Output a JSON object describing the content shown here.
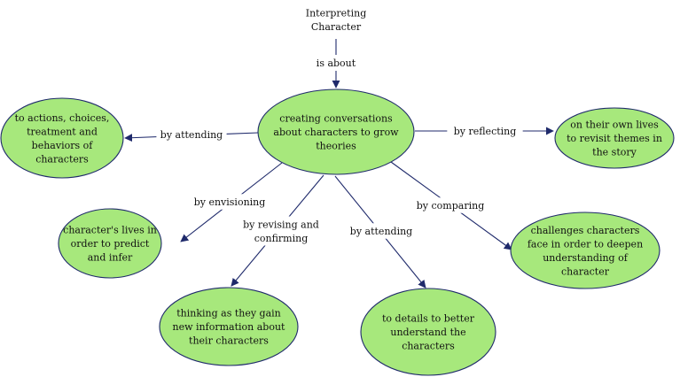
{
  "colors": {
    "node_fill": "#a7e87c",
    "line": "#1f2a6b",
    "background": "#ffffff",
    "text": "#111111"
  },
  "root": {
    "lines": [
      "Interpreting",
      "Character"
    ]
  },
  "root_link": {
    "lines": [
      "is about"
    ]
  },
  "center": {
    "lines": [
      "creating conversations",
      "about characters to grow",
      "theories"
    ]
  },
  "branches": [
    {
      "link": [
        "by attending"
      ],
      "lines": [
        "to actions, choices,",
        "treatment and",
        "behaviors of",
        "characters"
      ]
    },
    {
      "link": [
        "by reflecting"
      ],
      "lines": [
        "on their own lives",
        "to revisit themes in",
        "the story"
      ]
    },
    {
      "link": [
        "by envisioning"
      ],
      "lines": [
        "character's lives in",
        "order to predict",
        "and infer"
      ]
    },
    {
      "link": [
        "by revising and",
        "confirming"
      ],
      "lines": [
        "thinking as they gain",
        "new information about",
        "their characters"
      ]
    },
    {
      "link": [
        "by attending"
      ],
      "lines": [
        "to details to better",
        "understand the",
        "characters"
      ]
    },
    {
      "link": [
        "by comparing"
      ],
      "lines": [
        "challenges characters",
        "face in order to deepen",
        "understanding of",
        "character"
      ]
    }
  ]
}
